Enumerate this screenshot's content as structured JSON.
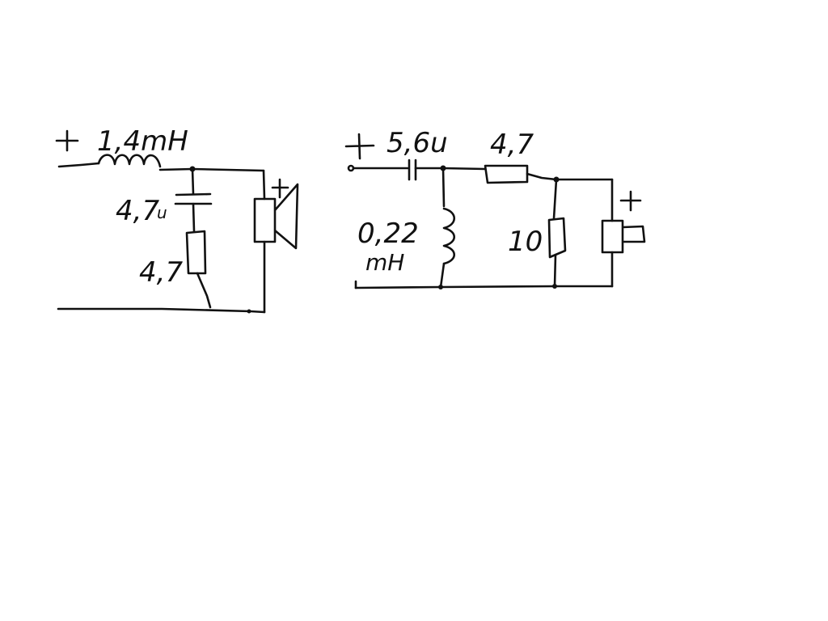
{
  "circuit_left": {
    "plus_input": "+",
    "inductor_value": "1,4mH",
    "capacitor_value": "4,7",
    "capacitor_unit": "u",
    "resistor_value": "4,7",
    "speaker_plus": "+"
  },
  "circuit_right": {
    "plus_input": "+",
    "capacitor_value": "5,6u",
    "series_resistor_value": "4,7",
    "inductor_value": "0,22",
    "inductor_unit": "mH",
    "shunt_resistor_value": "10",
    "speaker_plus": "+"
  },
  "colors": {
    "ink": "#111111",
    "paper": "#ffffff"
  }
}
